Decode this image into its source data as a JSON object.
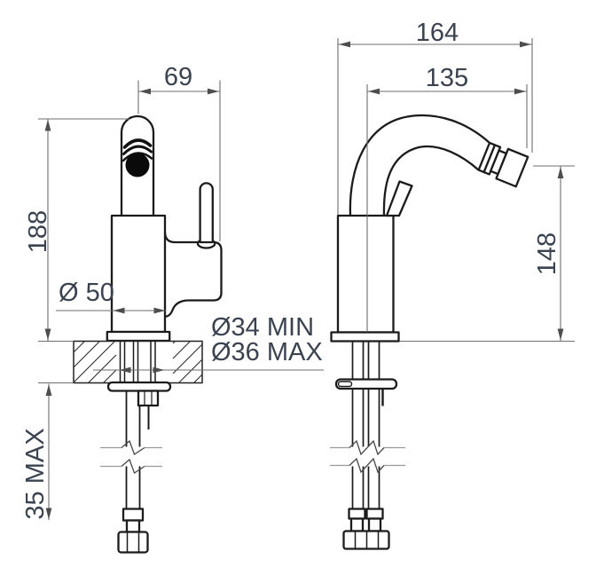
{
  "colors": {
    "object_line": "#1b1b1b",
    "dimension_line": "#6e6e6e",
    "dimension_text": "#3b4350",
    "background": "#ffffff"
  },
  "front_view": {
    "dimensions": {
      "spout_offset": "69",
      "overall_height": "188",
      "body_diameter": "Ø 50",
      "hole_min": "Ø34 MIN",
      "hole_max": "Ø36 MAX",
      "deck_thickness": "35 MAX"
    }
  },
  "side_view": {
    "dimensions": {
      "overall_depth": "164",
      "spout_reach": "135",
      "spout_height": "148"
    }
  }
}
